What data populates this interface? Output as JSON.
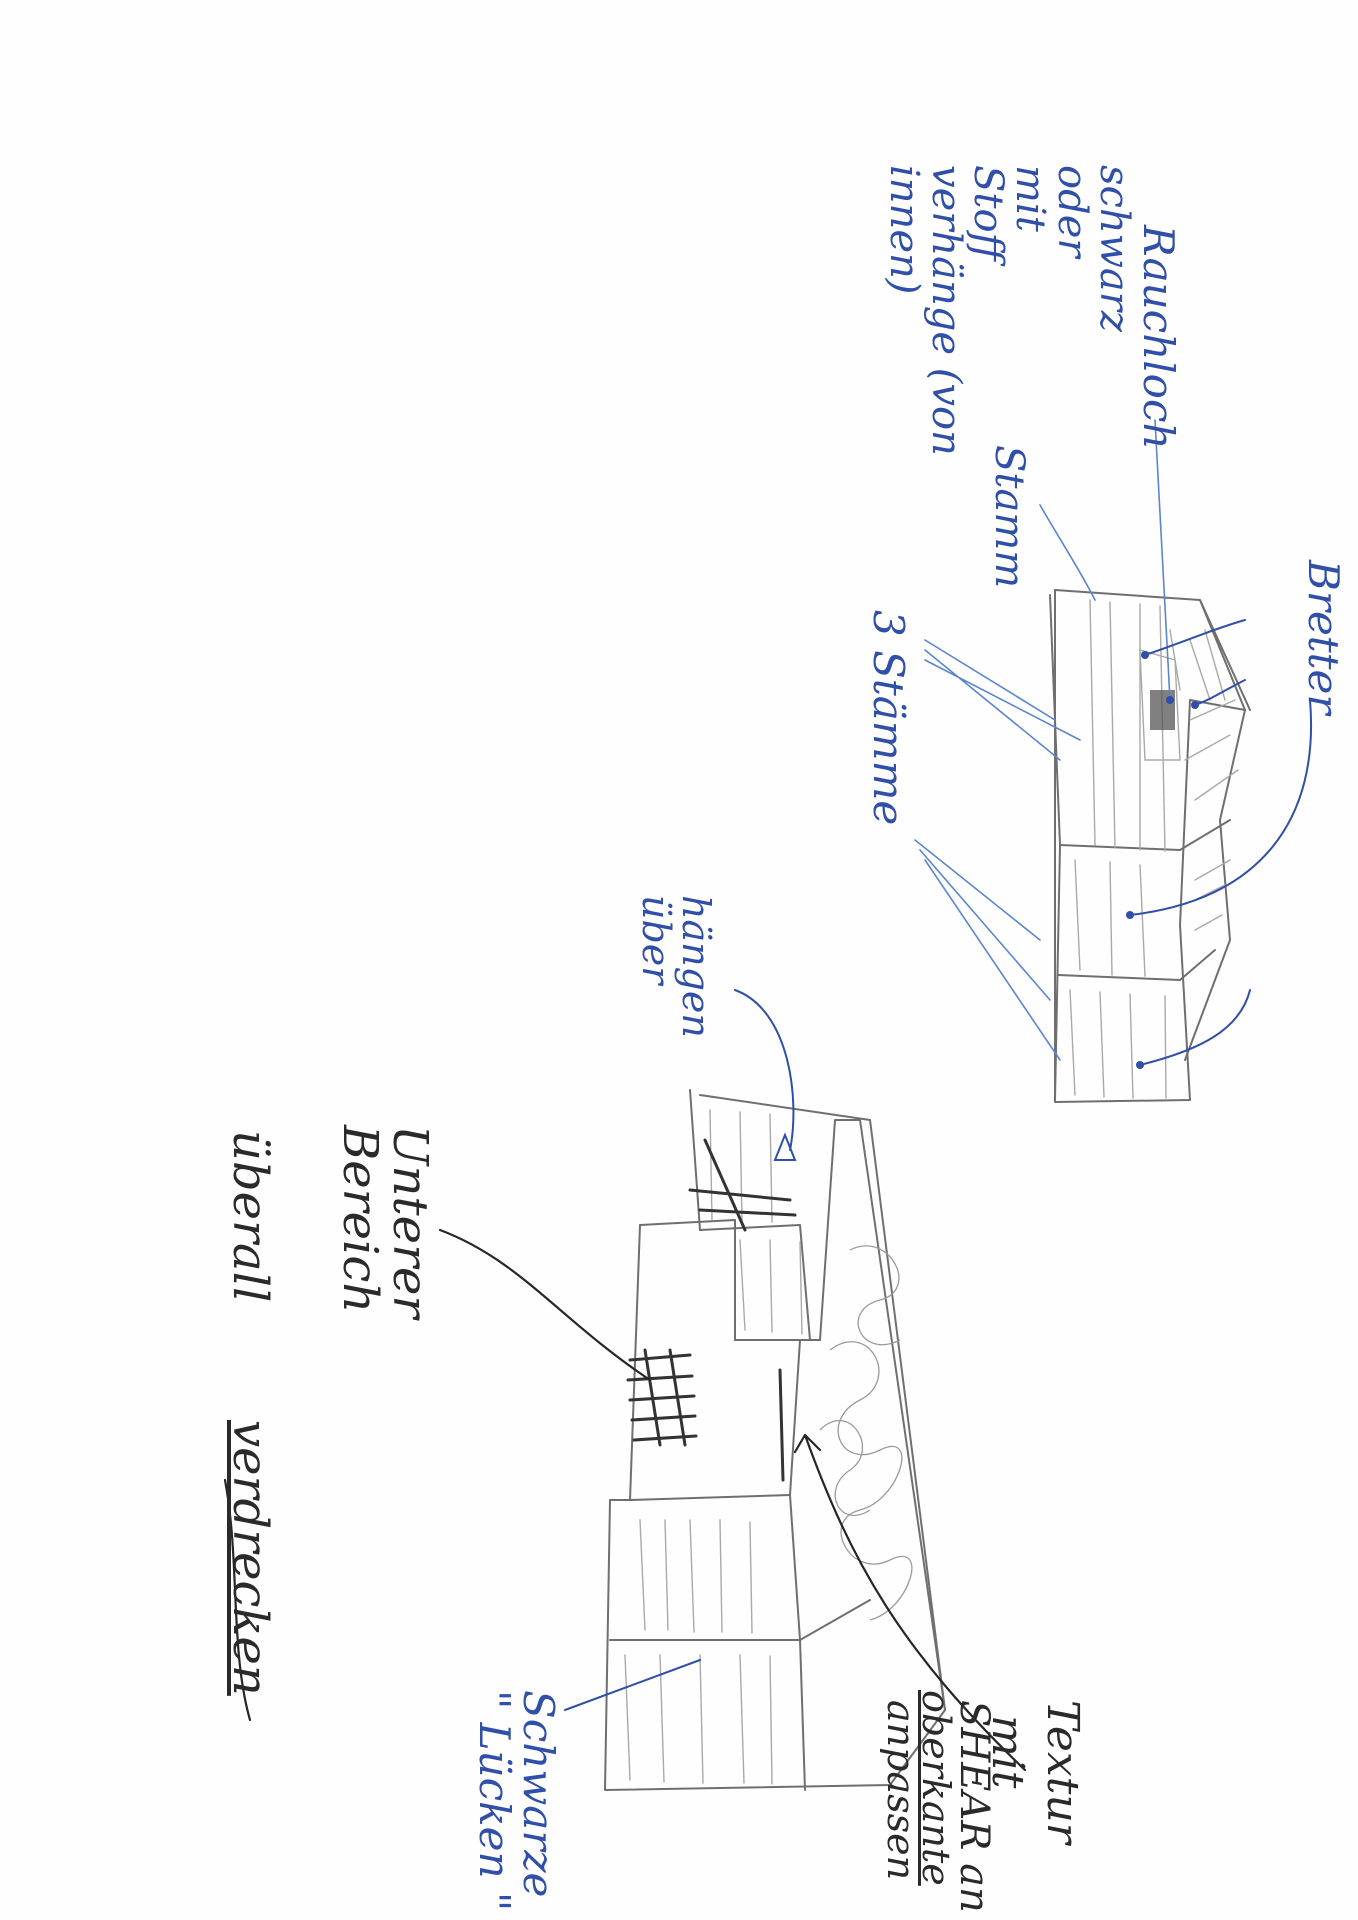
{
  "annotations": {
    "rauchloch": "Rauchloch",
    "schwarz_oder_mit_stoff": "schwarz\noder\nmit\nStoff\nverhänge (von\ninnen)",
    "stamm": "Stamm",
    "bretter": "Bretter",
    "drei_staemme": "3 Stämme",
    "haengen_ueber": "hängen\nüber",
    "unterer_bereich": "Unterer\nBereich",
    "ueberall": "überall",
    "verdrecken": "verdrecken",
    "textur_line1": "Textur",
    "textur_line2": "mit",
    "textur_line3": "SHEAR an",
    "textur_line4": "oberkante",
    "textur_line5": "anpassen",
    "schwarze_luecken": "Schwarze\n\" Lücken \""
  },
  "colors": {
    "blue_ink": "#2f4fa8",
    "black_ink": "#262626",
    "pencil": "#6f6f6f"
  }
}
